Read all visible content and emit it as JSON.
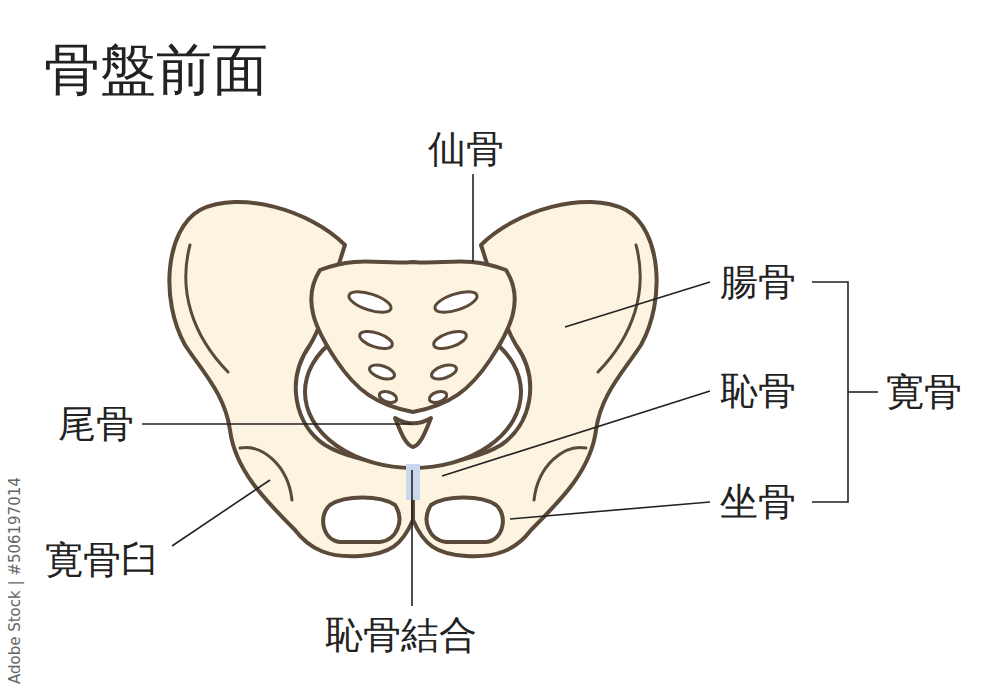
{
  "diagram": {
    "title": "骨盤前面",
    "labels": [
      "仙骨",
      "腸骨",
      "恥骨",
      "坐骨",
      "寛骨",
      "尾骨",
      "寛骨臼",
      "恥骨結合",
      "Adobe Stock | #506197014"
    ]
  }
}
